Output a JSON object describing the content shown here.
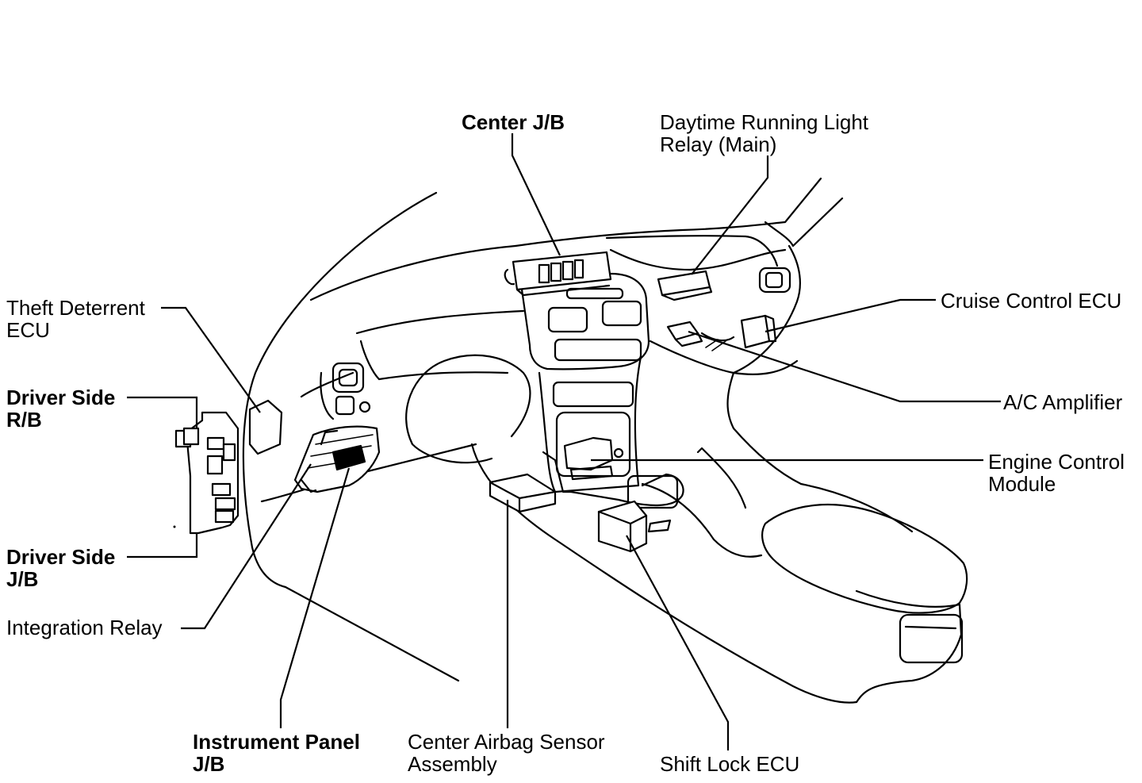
{
  "labels": {
    "center_jb": "Center J/B",
    "drl_relay_line1": "Daytime Running Light",
    "drl_relay_line2": "Relay (Main)",
    "theft_ecu_line1": "Theft Deterrent",
    "theft_ecu_line2": "ECU",
    "driver_rb_line1": "Driver Side",
    "driver_rb_line2": "R/B",
    "driver_jb_line1": "Driver Side",
    "driver_jb_line2": "J/B",
    "integration_relay": "Integration Relay",
    "ip_jb_line1": "Instrument Panel",
    "ip_jb_line2": "J/B",
    "airbag_line1": "Center Airbag Sensor",
    "airbag_line2": "Assembly",
    "shift_lock": "Shift Lock ECU",
    "cruise_ecu": "Cruise Control ECU",
    "ac_amp": "A/C Amplifier",
    "ecm_line1": "Engine Control",
    "ecm_line2": "Module"
  },
  "colors": {
    "ink": "#000000",
    "paper": "#ffffff"
  }
}
